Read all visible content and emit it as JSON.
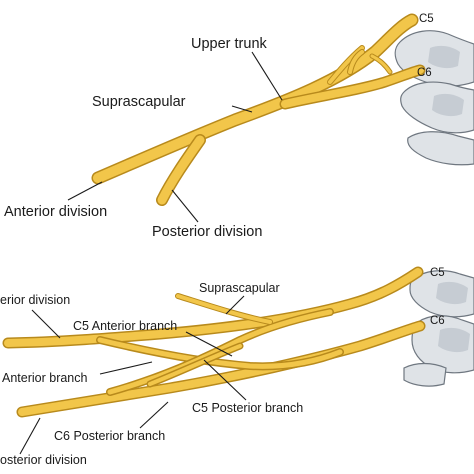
{
  "colors": {
    "nerve_fill": "#f2c64a",
    "nerve_outline": "#b88a1c",
    "bone_fill": "#dfe3e7",
    "label_text": "#1a1a1a"
  },
  "top_panel": {
    "root_c5": "C5",
    "root_c6": "C6",
    "upper_trunk": "Upper trunk",
    "suprascapular": "Suprascapular",
    "anterior_division": "Anterior division",
    "posterior_division": "Posterior division"
  },
  "bottom_panel": {
    "root_c5": "C5",
    "root_c6": "C6",
    "suprascapular": "Suprascapular",
    "posterior_division": "erior division",
    "c5_anterior_branch": "C5 Anterior branch",
    "c6_anterior_branch": "Anterior branch",
    "c5_posterior_branch": "C5 Posterior branch",
    "c6_posterior_branch": "C6 Posterior branch",
    "anterior_division": "osterior division"
  }
}
